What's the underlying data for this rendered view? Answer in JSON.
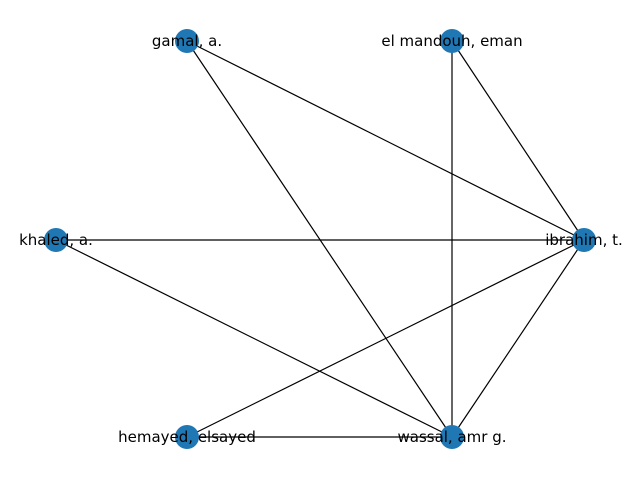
{
  "colors": {
    "node": "#1f77b4",
    "edge": "#000000",
    "background": "#ffffff"
  },
  "nodes": [
    {
      "id": "gamal",
      "label": "gamal, a."
    },
    {
      "id": "elmandouh",
      "label": "el mandouh, eman"
    },
    {
      "id": "khaled",
      "label": "khaled, a."
    },
    {
      "id": "ibrahim",
      "label": "ibrahim, t."
    },
    {
      "id": "hemayed",
      "label": "hemayed, elsayed"
    },
    {
      "id": "wassal",
      "label": "wassal, amr g."
    }
  ],
  "edges": [
    [
      "gamal",
      "ibrahim"
    ],
    [
      "gamal",
      "wassal"
    ],
    [
      "elmandouh",
      "ibrahim"
    ],
    [
      "elmandouh",
      "wassal"
    ],
    [
      "khaled",
      "ibrahim"
    ],
    [
      "khaled",
      "wassal"
    ],
    [
      "ibrahim",
      "hemayed"
    ],
    [
      "ibrahim",
      "wassal"
    ],
    [
      "hemayed",
      "wassal"
    ]
  ]
}
